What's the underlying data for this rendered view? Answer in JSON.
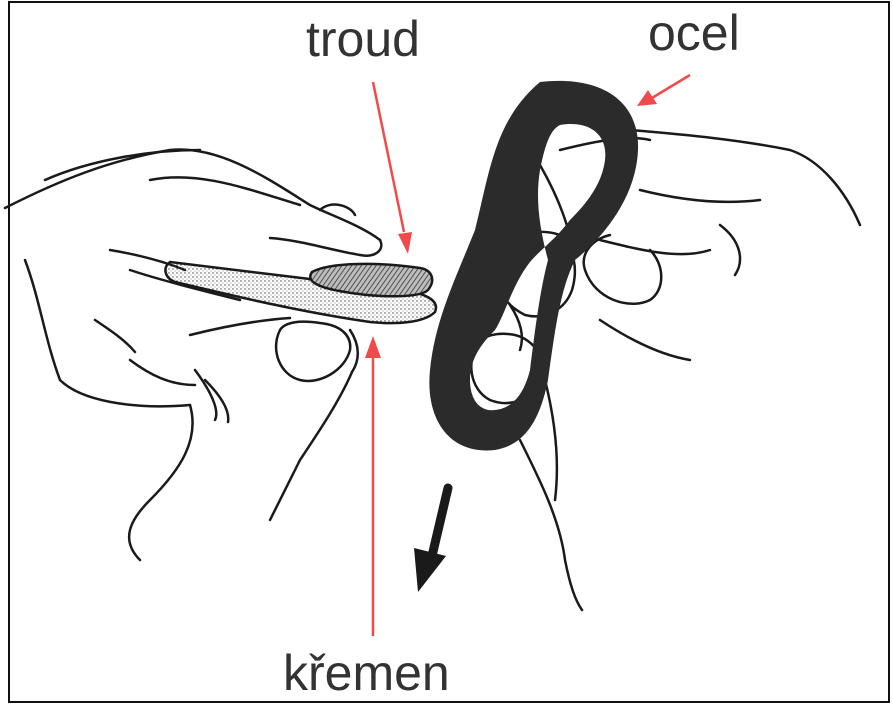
{
  "labels": {
    "troud": "troud",
    "ocel": "ocel",
    "kremen": "křemen"
  },
  "colors": {
    "arrow": "#f04a4a",
    "ink": "#1a1a1a",
    "steel": "#2b2b2b",
    "label_text": "#333333",
    "border": "#111111"
  },
  "icons": {
    "motion_arrow": "down-left-arrow-icon"
  }
}
